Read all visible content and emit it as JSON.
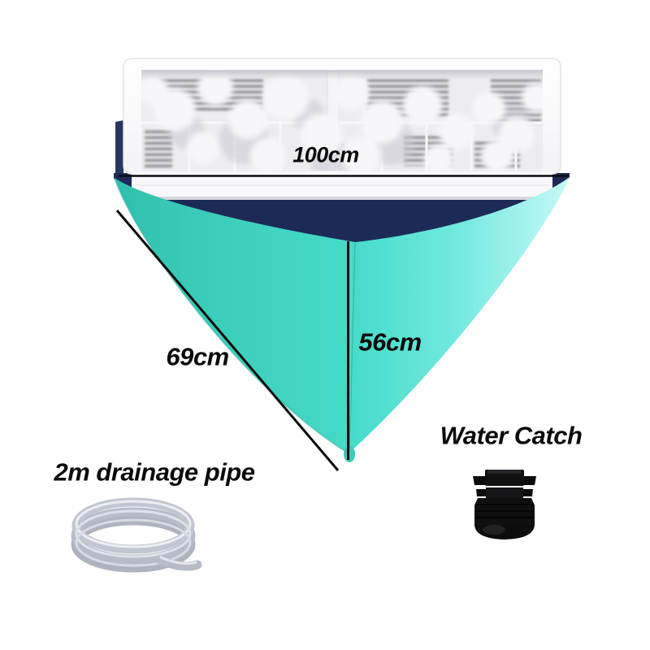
{
  "diagram": {
    "title_context": "air-conditioner cleaning cover dimension diagram",
    "measurements": {
      "top_width": "100cm",
      "left_slant": "69cm",
      "center_depth": "56cm"
    },
    "accessories": {
      "drainage_pipe_label": "2m drainage pipe",
      "water_catch_label": "Water Catch"
    },
    "colors": {
      "cover_teal": "#3ed2bf",
      "cover_teal_dark": "#2fbfae",
      "cover_teal_light": "#c6f9f6",
      "cover_inner_navy": "#1d2a58",
      "measurement_line": "#0b0b0b",
      "unit_white": "#fbfbfd",
      "pipe_gray": "#b5b9c4",
      "gland_black": "#101010"
    },
    "illustrations": [
      {
        "name": "air-conditioner-unit-illustration"
      },
      {
        "name": "cleaning-cover-funnel-illustration"
      },
      {
        "name": "drainage-pipe-coil-illustration"
      },
      {
        "name": "water-catch-gland-illustration"
      }
    ]
  }
}
